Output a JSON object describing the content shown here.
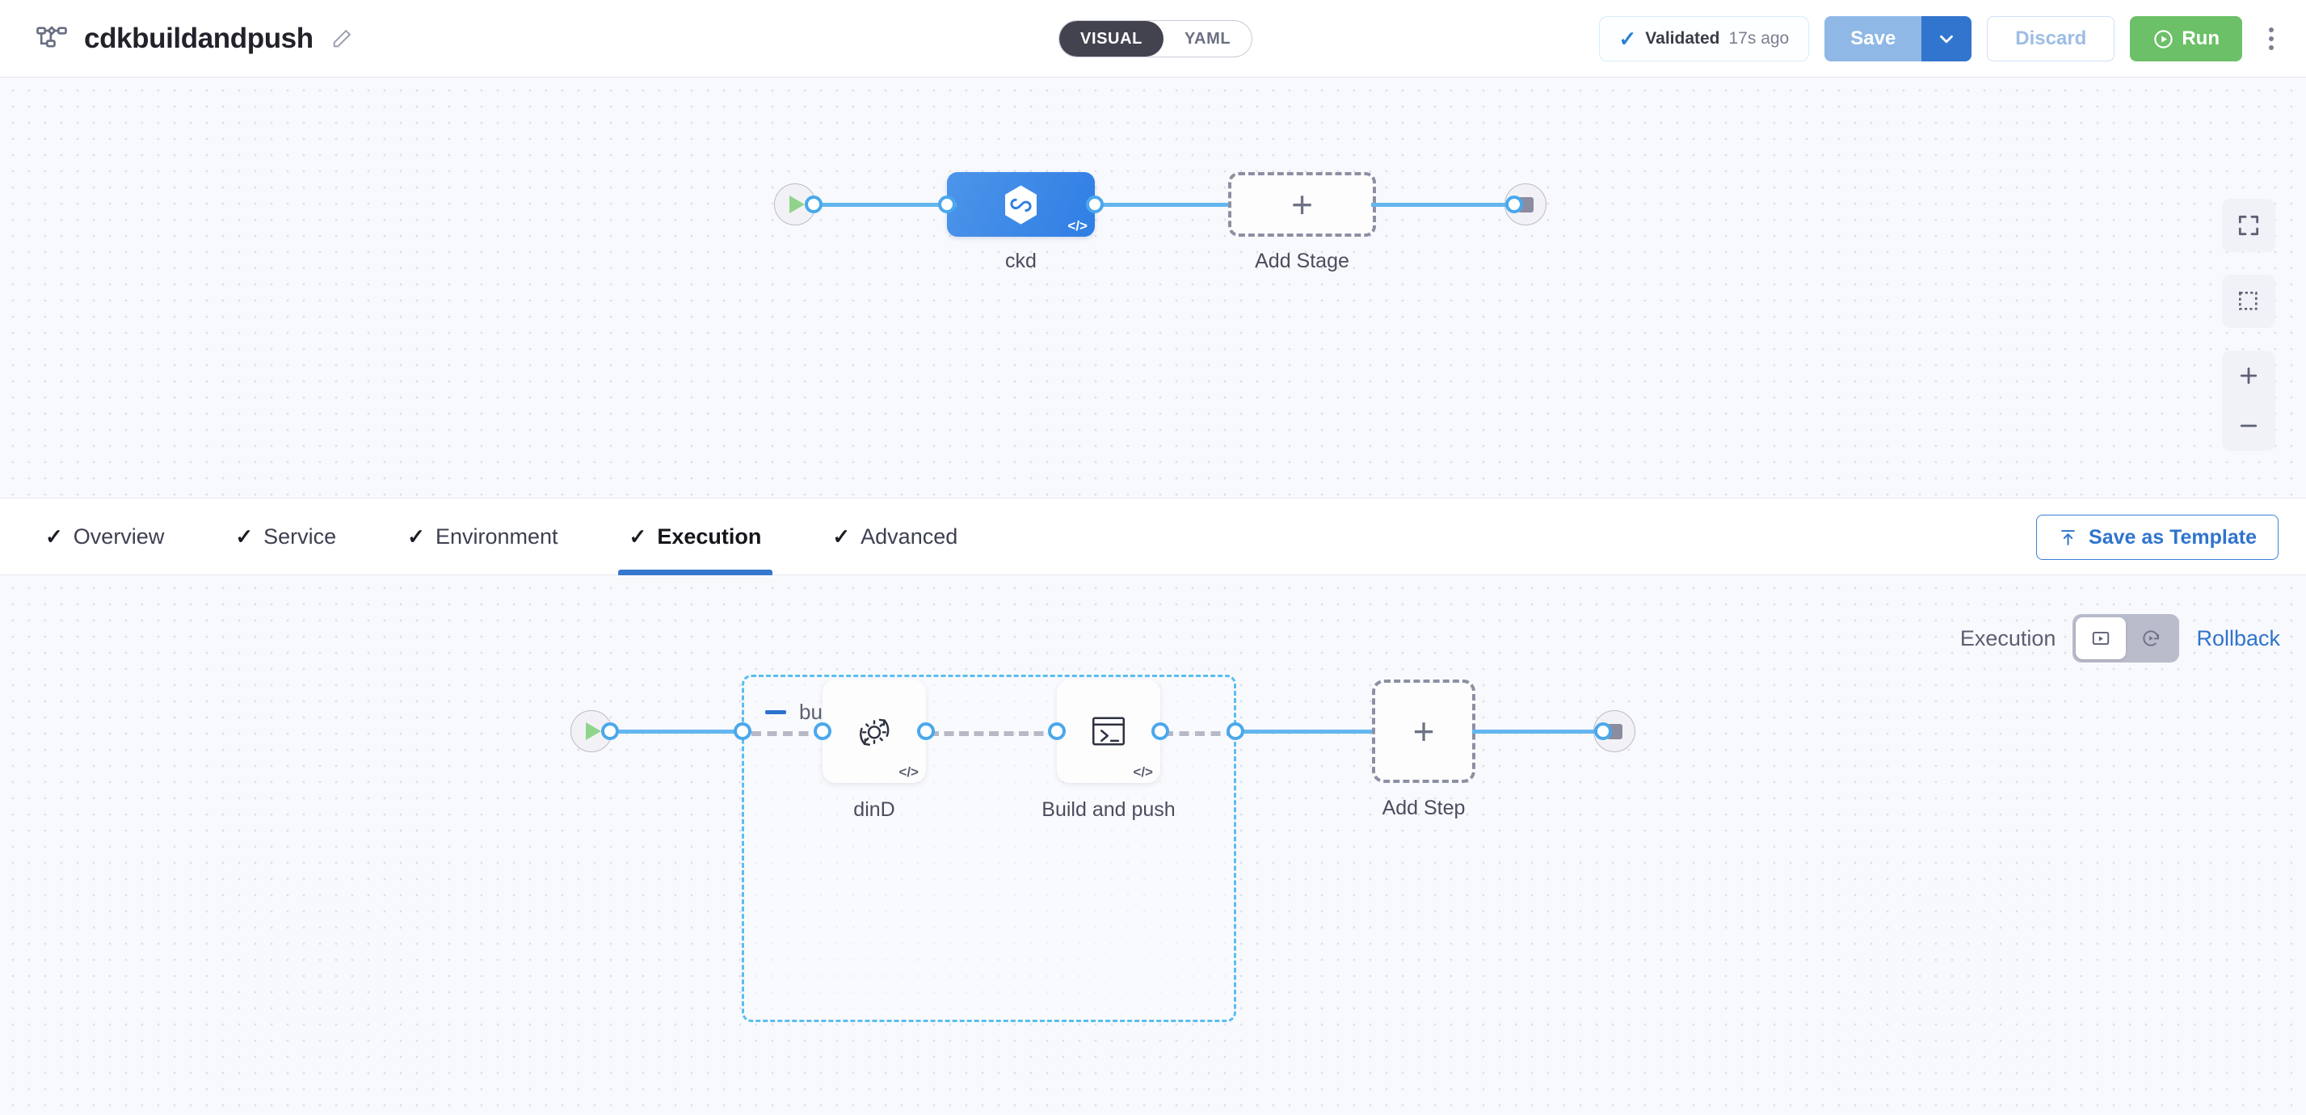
{
  "header": {
    "pipeline_icon": "pipeline-flow-icon",
    "title": "cdkbuildandpush",
    "edit_icon": "pencil-edit-icon",
    "mode_toggle": {
      "options": [
        {
          "label": "VISUAL",
          "active": true
        },
        {
          "label": "YAML",
          "active": false
        }
      ]
    },
    "validation": {
      "check_icon": "check-icon",
      "status": "Validated",
      "time": "17s ago"
    },
    "save_label": "Save",
    "save_caret_icon": "chevron-down-icon",
    "discard_label": "Discard",
    "run_label": "Run",
    "run_icon": "play-circle-icon",
    "more_icon": "kebab-menu-icon"
  },
  "canvas_top": {
    "start_node": {
      "icon": "play-icon",
      "name": "pipeline-start"
    },
    "end_node": {
      "icon": "stop-square-icon",
      "name": "pipeline-end"
    },
    "stages": [
      {
        "label": "ckd",
        "icon": "harness-hexagon-icon",
        "badge": "</>"
      }
    ],
    "add_stage": {
      "label": "Add Stage",
      "icon": "plus-icon"
    },
    "tools": [
      {
        "name": "fit-to-screen-button",
        "icon": "fit-screen-icon"
      },
      {
        "name": "marquee-select-button",
        "icon": "marquee-select-icon"
      },
      {
        "name": "zoom-in-button",
        "icon": "plus-icon"
      },
      {
        "name": "zoom-out-button",
        "icon": "minus-icon"
      }
    ]
  },
  "tabbar": {
    "tabs": [
      {
        "label": "Overview",
        "check": "✓",
        "active": false
      },
      {
        "label": "Service",
        "check": "✓",
        "active": false
      },
      {
        "label": "Environment",
        "check": "✓",
        "active": false
      },
      {
        "label": "Execution",
        "check": "✓",
        "active": true
      },
      {
        "label": "Advanced",
        "check": "✓",
        "active": false
      }
    ],
    "save_as_template": {
      "label": "Save as Template",
      "icon": "upload-template-icon"
    }
  },
  "exec_row": {
    "execution_label": "Execution",
    "rollback_label": "Rollback",
    "toggle": [
      {
        "name": "execution-mode-button",
        "icon": "play-box-icon",
        "active": true
      },
      {
        "name": "rollback-mode-button",
        "icon": "rollback-arrow-icon",
        "active": false
      }
    ]
  },
  "canvas_bottom": {
    "start_node": {
      "icon": "play-icon",
      "name": "execution-start"
    },
    "end_node": {
      "icon": "stop-square-icon",
      "name": "execution-end"
    },
    "group": {
      "title": "build",
      "collapse_icon": "collapse-minus-icon",
      "steps": [
        {
          "label": "dinD",
          "icon": "gear-sync-icon",
          "badge": "</>"
        },
        {
          "label": "Build and push",
          "icon": "terminal-shell-icon",
          "badge": "</>"
        }
      ]
    },
    "add_step": {
      "label": "Add Step",
      "icon": "plus-icon"
    }
  },
  "colors": {
    "accent_blue": "#3578cd",
    "link_blue": "#63b6ef",
    "group_border": "#5bbdf0",
    "run_green": "#6cc067",
    "stage_blue": "#2f7ee4"
  }
}
